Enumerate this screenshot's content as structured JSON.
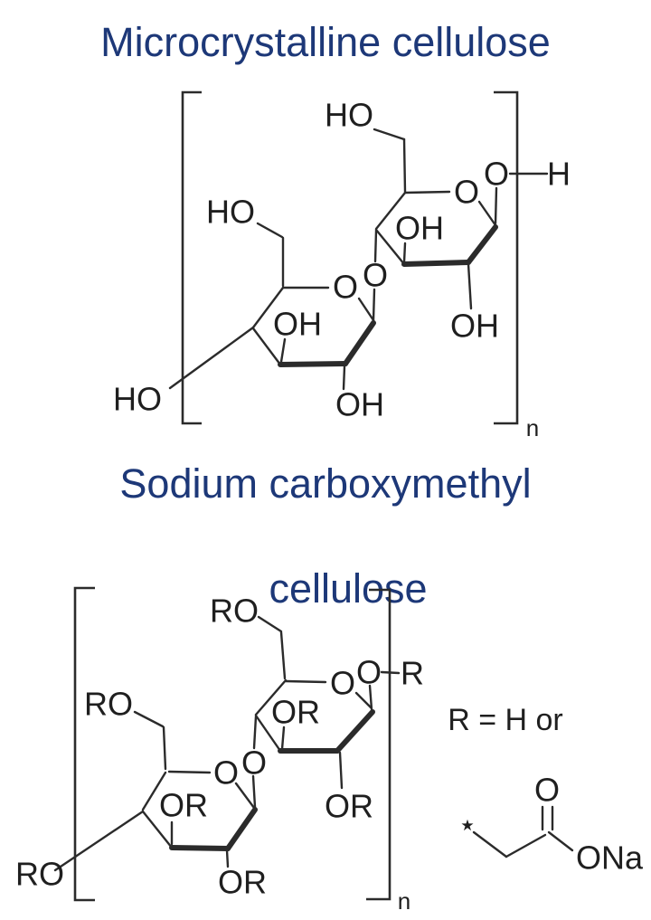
{
  "colors": {
    "title": "#1d3878",
    "bond": "#2b2b2b",
    "label": "#1f1f1f"
  },
  "title1": {
    "text": "Microcrystalline cellulose"
  },
  "title2": {
    "line1": "Sodium carboxymethyl",
    "line2": "cellulose"
  },
  "structure1": {
    "name": "Microcrystalline cellulose repeat unit",
    "labels": {
      "ho_top": "HO",
      "ho_mid": "HO",
      "ho_bottom": "HO",
      "ring_o_upper": "O",
      "anomeric_o": "O",
      "end_h": "H",
      "oh_c3_upper": "OH",
      "oh_c2_upper": "OH",
      "ring_o_lower": "O",
      "glycosidic_o": "O",
      "oh_c3_lower": "OH",
      "oh_c2_lower": "OH",
      "repeat_subscript": "n"
    }
  },
  "structure2": {
    "name": "Sodium carboxymethyl cellulose repeat unit",
    "labels": {
      "ro_top": "RO",
      "ro_mid": "RO",
      "ro_bottom": "RO",
      "ring_o_upper": "O",
      "anomeric_o": "O",
      "end_r": "R",
      "or_c3_upper": "OR",
      "or_c2_upper": "OR",
      "ring_o_lower": "O",
      "glycosidic_o": "O",
      "or_c3_lower": "OR",
      "or_c2_lower": "OR",
      "repeat_subscript": "n"
    }
  },
  "r_group": {
    "definition": "R = H or",
    "attachment_star": "★",
    "carbonyl_o": "O",
    "sodium_o": "ONa"
  }
}
